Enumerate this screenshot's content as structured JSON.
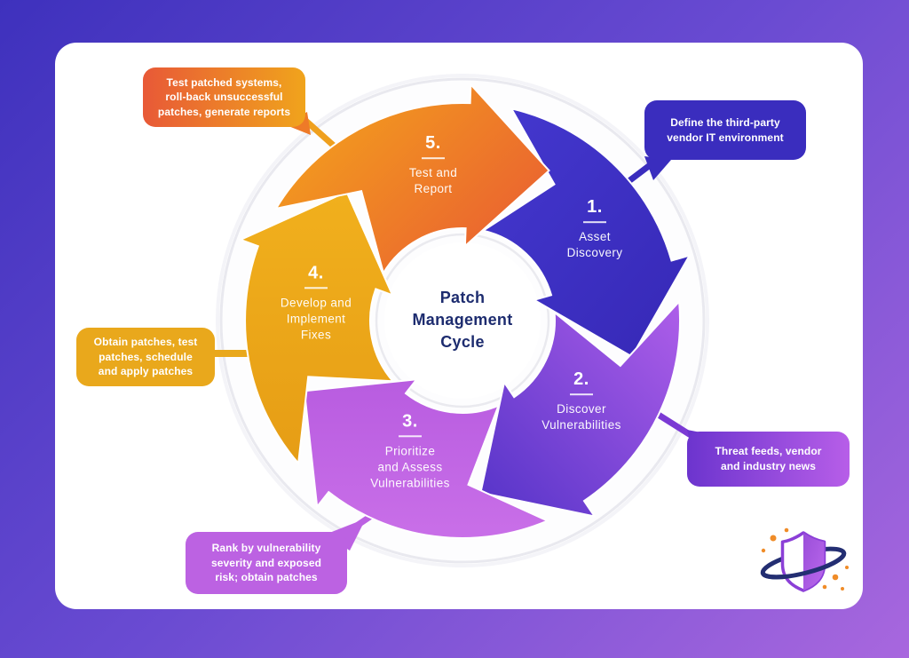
{
  "page": {
    "bg_from": "#3E31BD",
    "bg_mid": "#6A4BD2",
    "bg_to": "#A867DE",
    "card_bg": "#FFFFFF"
  },
  "diagram": {
    "center": {
      "lines": [
        "Patch",
        "Management",
        "Cycle"
      ],
      "text_color": "#1D2C6F"
    },
    "segments": [
      {
        "number": "1.",
        "name_lines": [
          "Asset",
          "Discovery"
        ],
        "fill_from": "#4438CF",
        "fill_to": "#3628B6",
        "connector_color": "#3A2DBE",
        "callout_lines": [
          "Define the third-party",
          "vendor IT environment"
        ],
        "callout_bg_from": "#3A2DBE",
        "callout_bg_to": "#3A2DBE"
      },
      {
        "number": "2.",
        "name_lines": [
          "Discover",
          "Vulnerabilities"
        ],
        "fill_from": "#5433C8",
        "fill_to": "#AE5EE9",
        "connector_color": "#7B3AD4",
        "callout_lines": [
          "Threat feeds, vendor",
          "and industry news"
        ],
        "callout_bg_from": "#6C34CE",
        "callout_bg_to": "#B75EE8"
      },
      {
        "number": "3.",
        "name_lines": [
          "Prioritize",
          "and Assess",
          "Vulnerabilities"
        ],
        "fill_from": "#B85CE0",
        "fill_to": "#C96FE8",
        "connector_color": "#BC62E2",
        "callout_lines": [
          "Rank by vulnerability",
          "severity and exposed",
          "risk; obtain patches"
        ],
        "callout_bg_from": "#BC62E2",
        "callout_bg_to": "#BC62E2"
      },
      {
        "number": "4.",
        "name_lines": [
          "Develop and",
          "Implement",
          "Fixes"
        ],
        "fill_from": "#F1B01D",
        "fill_to": "#E69D15",
        "connector_color": "#E9A81C",
        "callout_lines": [
          "Obtain patches, test",
          "patches, schedule",
          "and apply patches"
        ],
        "callout_bg_from": "#E9A81C",
        "callout_bg_to": "#E9A81C"
      },
      {
        "number": "5.",
        "name_lines": [
          "Test and",
          "Report"
        ],
        "fill_from": "#F4A31C",
        "fill_to": "#E95C32",
        "connector_color": "#EFA01E",
        "callout_lines": [
          "Test patched systems,",
          "roll-back unsuccessful",
          "patches, generate reports"
        ],
        "callout_bg_from": "#E85937",
        "callout_bg_to": "#F0A41C"
      }
    ],
    "logo": {
      "shield_from": "#9A4ED9",
      "shield_to": "#BA68EC",
      "outline_color": "#8B3FD7",
      "ring_color": "#232E72",
      "dot_color": "#F08C28"
    }
  }
}
